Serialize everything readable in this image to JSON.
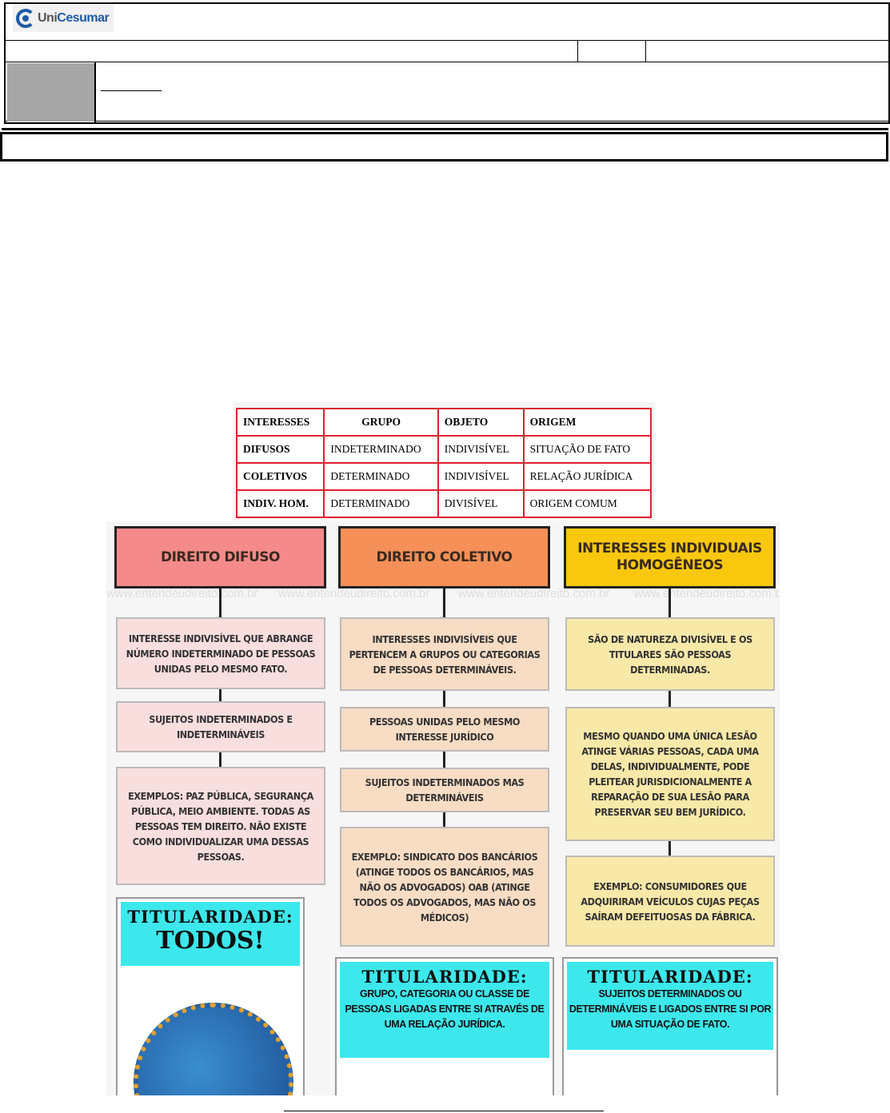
{
  "header": {
    "logo_text_a": "Uni",
    "logo_text_b": "Cesumar"
  },
  "table": {
    "headers": [
      "INTERESSES",
      "GRUPO",
      "OBJETO",
      "ORIGEM"
    ],
    "rows": [
      [
        "DIFUSOS",
        "INDETERMINADO",
        "INDIVISÍVEL",
        "SITUAÇÃO DE FATO"
      ],
      [
        "COLETIVOS",
        "DETERMINADO",
        "INDIVISÍVEL",
        "RELAÇÃO JURÍDICA"
      ],
      [
        "INDIV. HOM.",
        "DETERMINADO",
        "DIVISÍVEL",
        "ORIGEM COMUM"
      ]
    ]
  },
  "infographic": {
    "watermark": "www.entendeudireito.com.br",
    "colors": {
      "difuso": "#f48a8a",
      "coletivo": "#f49058",
      "individual": "#f9c80e",
      "pink": "#f9dede",
      "peach": "#f8dcc4",
      "yellow": "#f9e9a8",
      "cyan": "#3ce8ec"
    },
    "columns": [
      {
        "title": "DIREITO DIFUSO",
        "boxes": [
          "INTERESSE INDIVISÍVEL QUE ABRANGE NÚMERO INDETERMINADO DE PESSOAS UNIDAS PELO MESMO FATO.",
          "SUJEITOS INDETERMINADOS E INDETERMINÁVEIS",
          "EXEMPLOS: PAZ PÚBLICA, SEGURANÇA PÚBLICA, MEIO AMBIENTE. TODAS AS PESSOAS TEM DIREITO. NÃO EXISTE COMO INDIVIDUALIZAR UMA DESSAS PESSOAS."
        ],
        "titularidade_heading": "TITULARIDADE:",
        "titularidade_text": "TODOS!"
      },
      {
        "title": "DIREITO COLETIVO",
        "boxes": [
          "INTERESSES INDIVISÍVEIS QUE PERTENCEM A GRUPOS OU CATEGORIAS DE PESSOAS DETERMINÁVEIS.",
          "PESSOAS UNIDAS PELO MESMO INTERESSE JURÍDICO",
          "SUJEITOS INDETERMINADOS MAS DETERMINÁVEIS",
          "EXEMPLO: SINDICATO DOS BANCÁRIOS (ATINGE TODOS OS BANCÁRIOS, MAS NÃO OS ADVOGADOS) OAB (ATINGE TODOS OS ADVOGADOS, MAS NÃO OS MÉDICOS)"
        ],
        "titularidade_heading": "TITULARIDADE:",
        "titularidade_text": "GRUPO, CATEGORIA OU CLASSE DE PESSOAS LIGADAS ENTRE SI ATRAVÉS DE UMA RELAÇÃO JURÍDICA."
      },
      {
        "title": "INTERESSES INDIVIDUAIS HOMOGÊNEOS",
        "boxes": [
          "SÃO DE NATUREZA DIVISÍVEL E OS TITULARES SÃO PESSOAS DETERMINADAS.",
          "MESMO QUANDO UMA ÚNICA LESÃO ATINGE VÁRIAS PESSOAS, CADA UMA DELAS, INDIVIDUALMENTE, PODE PLEITEAR JURISDICIONALMENTE A REPARAÇÃO DE SUA LESÃO PARA PRESERVAR SEU BEM JURÍDICO.",
          "EXEMPLO: CONSUMIDORES QUE ADQUIRIRAM VEÍCULOS CUJAS PEÇAS SAÍRAM DEFEITUOSAS DA FÁBRICA."
        ],
        "titularidade_heading": "TITULARIDADE:",
        "titularidade_text": "SUJEITOS DETERMINADOS OU DETERMINÁVEIS E LIGADOS ENTRE SI POR UMA SITUAÇÃO DE FATO."
      }
    ]
  }
}
